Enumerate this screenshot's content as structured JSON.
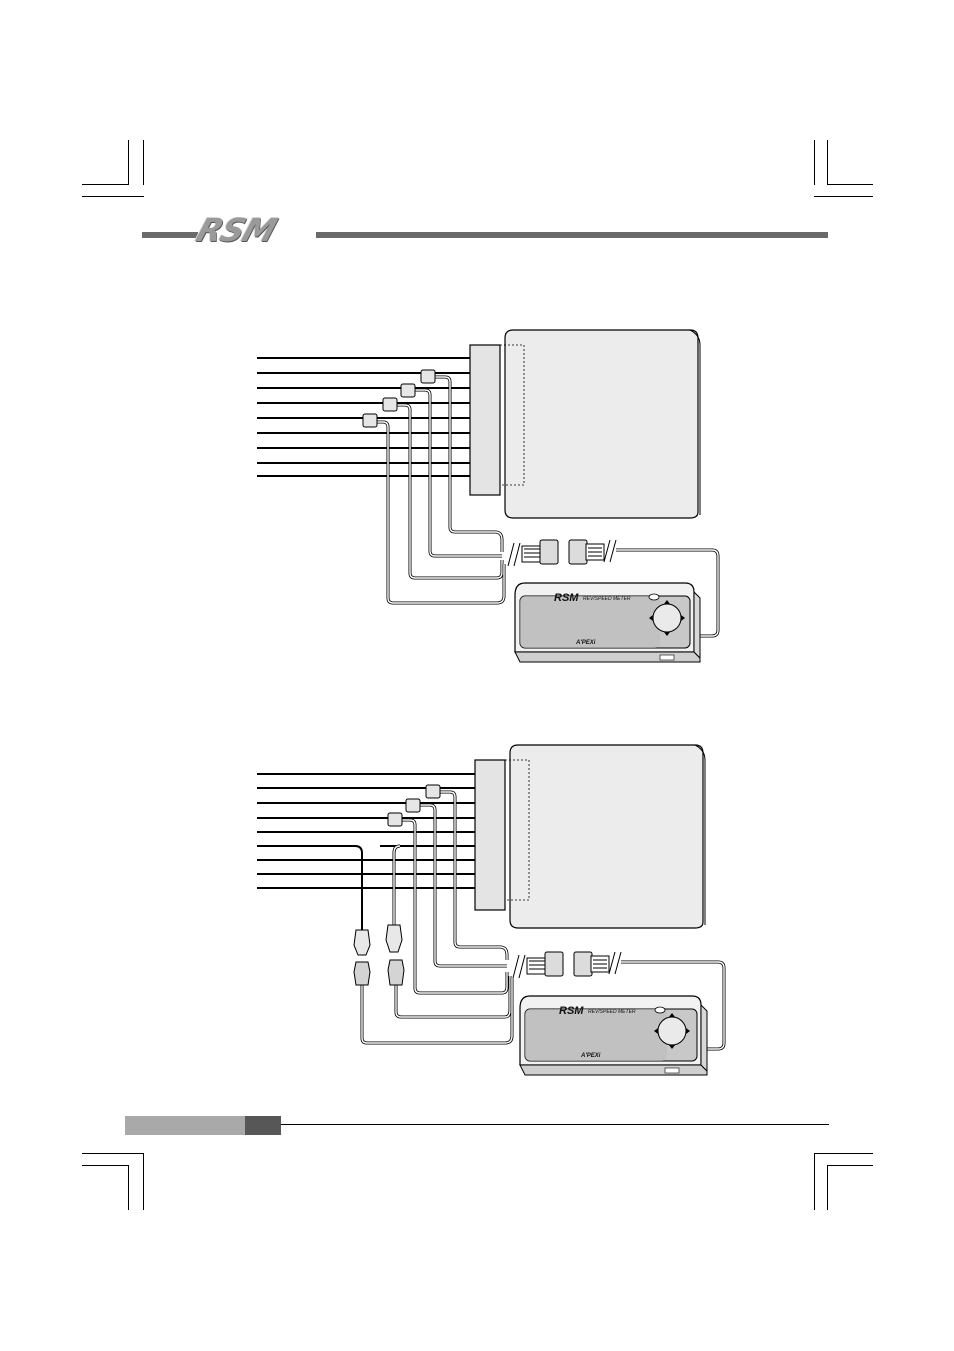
{
  "header": {
    "logo_text": "RSM"
  },
  "diagrams": [
    {
      "device": {
        "brand_logo": "RSM",
        "model_label": "REV/SPEED METER",
        "maker_label": "A'PEXi"
      }
    },
    {
      "device": {
        "brand_logo": "RSM",
        "model_label": "REV/SPEED METER",
        "maker_label": "A'PEXi"
      }
    }
  ],
  "colors": {
    "wire": "#000000",
    "ecu_fill": "#ececec",
    "harness_gray": "#9a9a9a",
    "accent_bar_light": "#a9a9a9",
    "accent_bar_dark": "#575757"
  }
}
